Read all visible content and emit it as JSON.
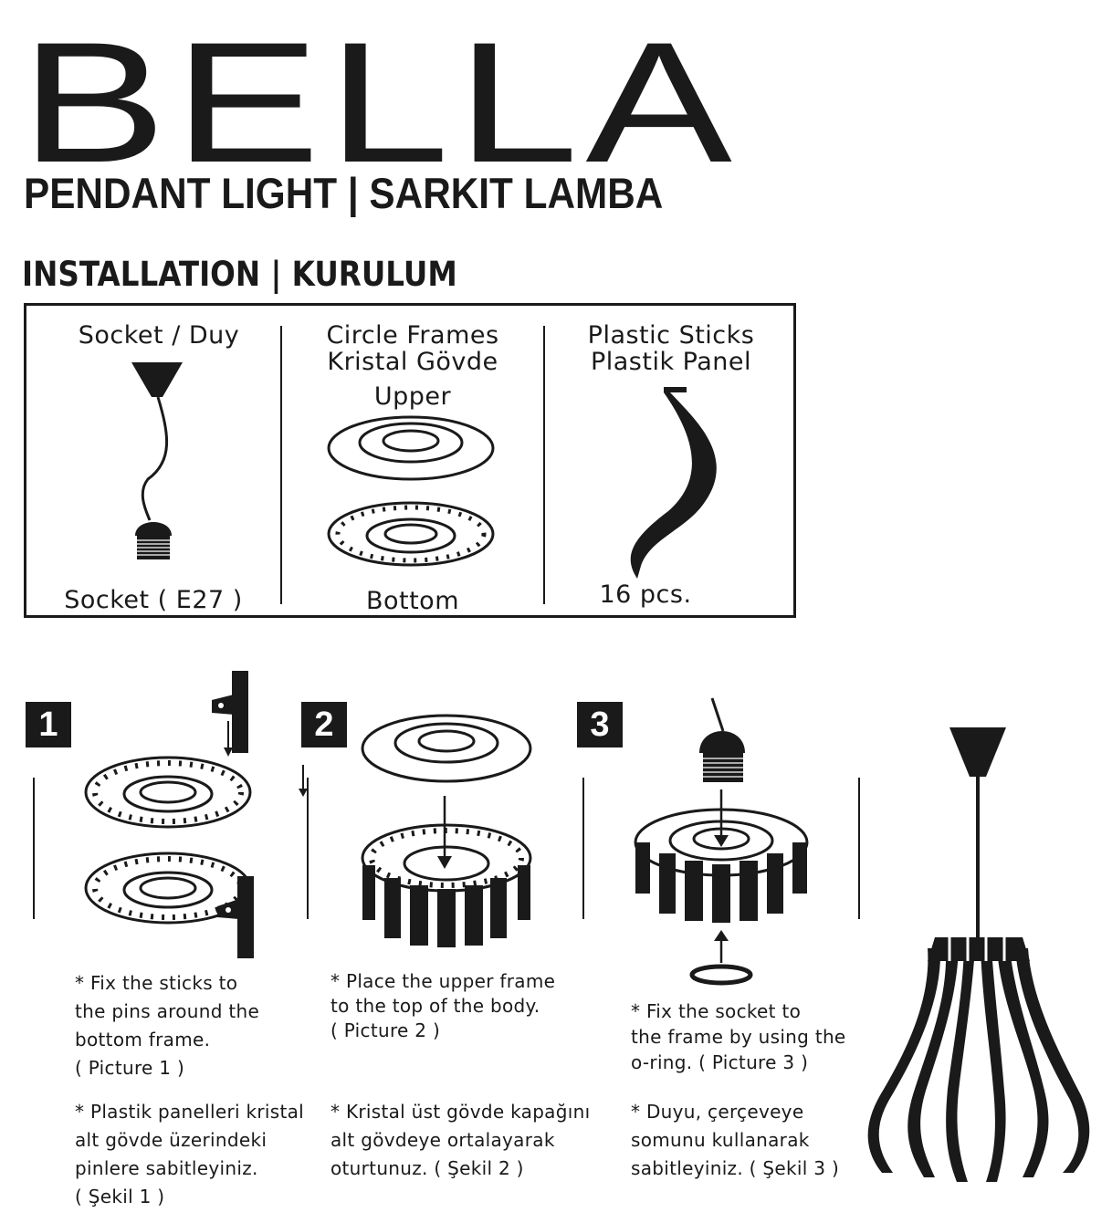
{
  "header": {
    "brand": "BELLA",
    "subtitle": "PENDANT LIGHT | SARKIT LAMBA",
    "section": "INSTALLATION  |  KURULUM"
  },
  "parts": {
    "socket_title": "Socket / Duy",
    "socket_caption": "Socket ( E27 )",
    "frames_title_1": "Circle Frames",
    "frames_title_2": "Kristal Gövde",
    "frames_upper": "Upper",
    "frames_bottom": "Bottom",
    "sticks_title_1": "Plastic Sticks",
    "sticks_title_2": "Plastik Panel",
    "sticks_count": "16 pcs."
  },
  "steps": [
    {
      "number": "1",
      "en": "* Fix the sticks to\nthe pins around the\nbottom frame.\n( Picture 1 )",
      "tr": "* Plastik panelleri kristal\nalt gövde üzerindeki\npinlere sabitleyiniz.\n( Şekil 1 )"
    },
    {
      "number": "2",
      "en": "* Place the upper frame\nto the top of the body.\n( Picture 2 )",
      "tr": "* Kristal üst gövde kapağını\nalt gövdeye ortalayarak\noturtunuz. ( Şekil 2 )"
    },
    {
      "number": "3",
      "en": "* Fix the socket to\nthe frame by using the\no-ring. ( Picture 3 )",
      "tr": "* Duyu, çerçeveye\nsomunu kullanarak\nsabitleyiniz. ( Şekil 3 )"
    }
  ]
}
